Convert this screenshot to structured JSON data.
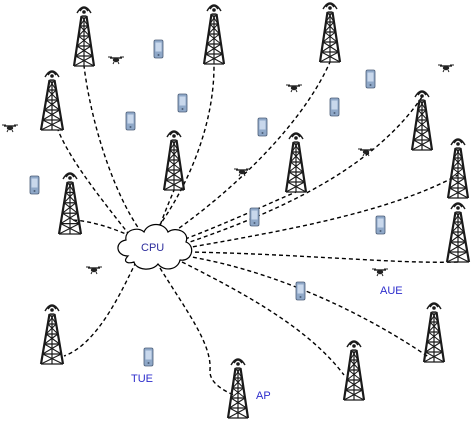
{
  "labels": {
    "cpu": "CPU",
    "aue": "AUE",
    "tue": "TUE",
    "ap": "AP"
  },
  "colors": {
    "line": "#000000",
    "tower_fill": "#1a1a1a",
    "phone_body": "#8fa8c8",
    "phone_screen": "#c9d8ec",
    "drone": "#222222",
    "label": "#2c2ccc",
    "cloud_stroke": "#000000",
    "cloud_fill": "#ffffff"
  },
  "icons": {
    "access_point": "cell-tower-icon",
    "cpu": "cloud-icon",
    "terrestrial_user": "mobile-phone-icon",
    "aerial_user": "drone-icon"
  }
}
